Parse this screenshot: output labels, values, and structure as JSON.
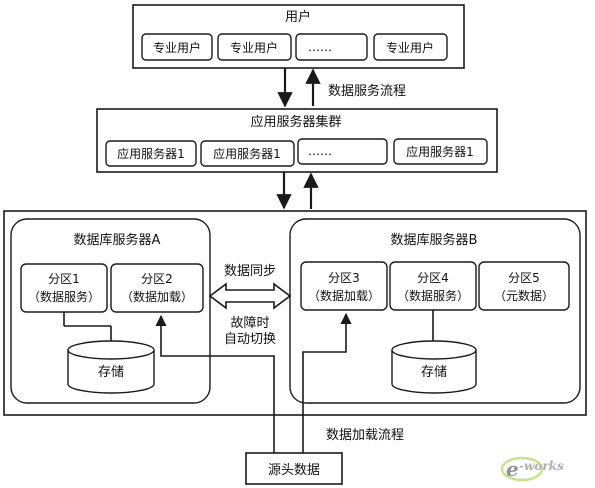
{
  "users": {
    "title": "用户",
    "items": [
      "专业用户",
      "专业用户",
      "……",
      "专业用户"
    ]
  },
  "data_service_flow": "数据服务流程",
  "app_cluster": {
    "title": "应用服务器集群",
    "items": [
      "应用服务器1",
      "应用服务器1",
      "……",
      "应用服务器1"
    ]
  },
  "db_a": {
    "title": "数据库服务器A",
    "partitions": [
      {
        "line1": "分区1",
        "line2": "（数据服务）"
      },
      {
        "line1": "分区2",
        "line2": "（数据加载）"
      }
    ],
    "storage": "存储"
  },
  "db_b": {
    "title": "数据库服务器B",
    "partitions": [
      {
        "line1": "分区3",
        "line2": "（数据加载）"
      },
      {
        "line1": "分区4",
        "line2": "（数据服务）"
      },
      {
        "line1": "分区5",
        "line2": "（元数据）"
      }
    ],
    "storage": "存储"
  },
  "sync_label": "数据同步",
  "failover_line1": "故障时",
  "failover_line2": "自动切换",
  "data_load_flow": "数据加载流程",
  "source": "源头数据",
  "watermark": "e-works"
}
